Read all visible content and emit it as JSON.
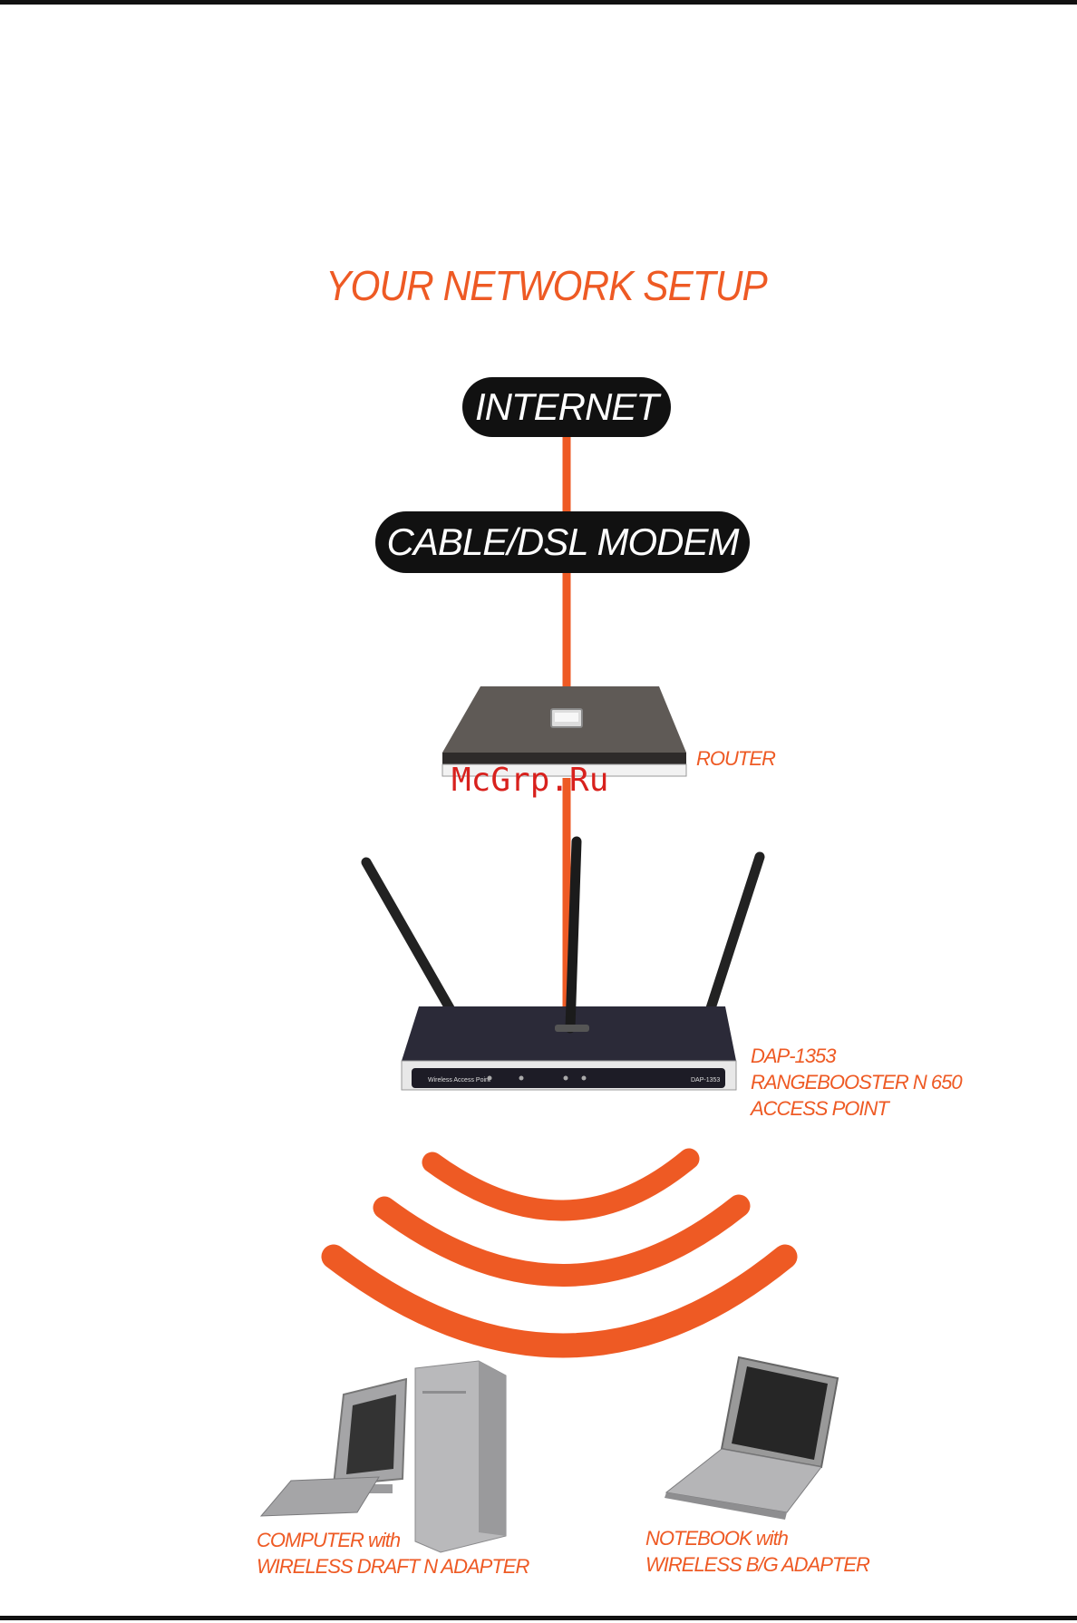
{
  "title": "YOUR NETWORK SETUP",
  "nodes": {
    "internet": "INTERNET",
    "modem": "CABLE/DSL MODEM"
  },
  "labels": {
    "router": "ROUTER",
    "access_point": [
      "DAP-1353",
      "RANGEBOOSTER N 650",
      "ACCESS POINT"
    ],
    "computer": [
      "COMPUTER with",
      "WIRELESS DRAFT N ADAPTER"
    ],
    "notebook": [
      "NOTEBOOK with",
      "WIRELESS B/G ADAPTER"
    ]
  },
  "device_text": {
    "ap_front_left": "Wireless Access Point",
    "ap_front_right": "DAP-1353"
  },
  "watermark": "McGrp.Ru",
  "colors": {
    "accent": "#ee5a24",
    "pill": "#111111",
    "router_top": "#5f5a56",
    "ap_body": "#2b2a38"
  },
  "icons": [
    "router-icon",
    "access-point-icon",
    "wireless-signal-icon",
    "desktop-computer-icon",
    "notebook-icon"
  ]
}
